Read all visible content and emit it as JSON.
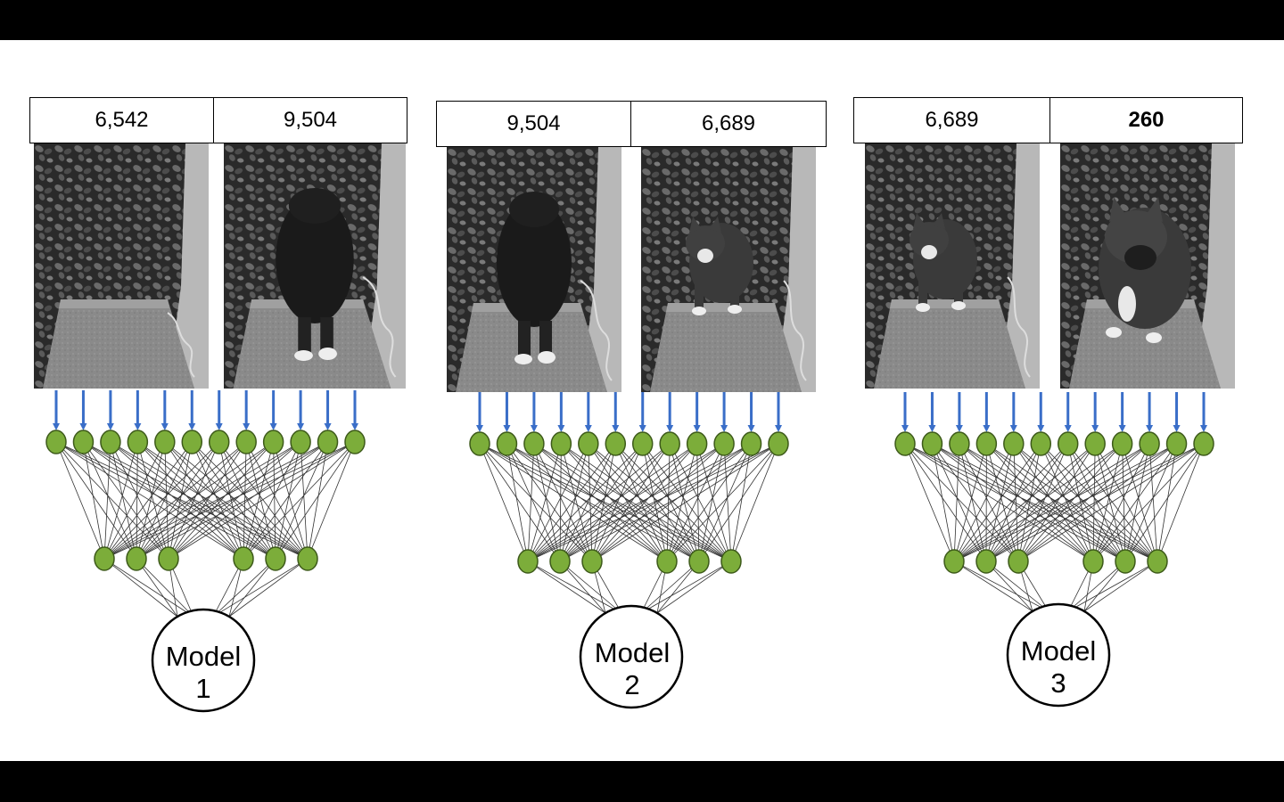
{
  "models": [
    {
      "frame_counts": [
        "6,542",
        "9,504"
      ],
      "bold": [
        false,
        false
      ],
      "label_line1": "Model",
      "label_line2": "1"
    },
    {
      "frame_counts": [
        "9,504",
        "6,689"
      ],
      "bold": [
        false,
        false
      ],
      "label_line1": "Model",
      "label_line2": "2"
    },
    {
      "frame_counts": [
        "6,689",
        "260"
      ],
      "bold": [
        false,
        true
      ],
      "label_line1": "Model",
      "label_line2": "3"
    }
  ],
  "colors": {
    "node_fill": "#7cad3a",
    "node_stroke": "#3d5a1a",
    "arrow": "#3a6ec8",
    "edge": "#333333"
  }
}
